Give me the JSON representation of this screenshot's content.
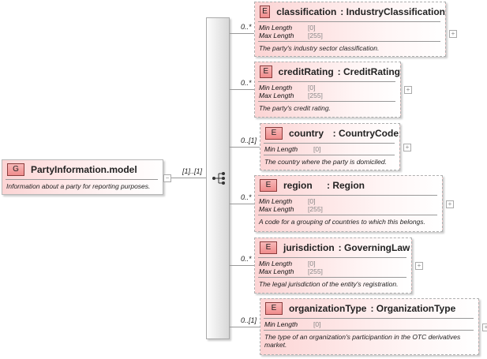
{
  "group": {
    "badge": "G",
    "name": "PartyInformation.model",
    "doc": "Information about a party for reporting purposes.",
    "collapse_symbol": "−"
  },
  "group_cardinality": "[1]..[1]",
  "sequence_icon": "sequence-compositor-icon",
  "elements": [
    {
      "badge": "E",
      "name": "classification",
      "type": ": IndustryClassification",
      "cardinality": "0..*",
      "facets": [
        {
          "key": "Min Length",
          "value": "[0]"
        },
        {
          "key": "Max Length",
          "value": "[255]"
        }
      ],
      "doc": "The party's industry sector classification.",
      "expand_symbol": "+"
    },
    {
      "badge": "E",
      "name": "creditRating",
      "type": ": CreditRating",
      "cardinality": "0..*",
      "facets": [
        {
          "key": "Min Length",
          "value": "[0]"
        },
        {
          "key": "Max Length",
          "value": "[255]"
        }
      ],
      "doc": "The party's credit rating.",
      "expand_symbol": "+"
    },
    {
      "badge": "E",
      "name": "country",
      "type": "  : CountryCode",
      "cardinality": "0..[1]",
      "facets": [
        {
          "key": "Min Length",
          "value": "[0]"
        }
      ],
      "doc": "The country where the party is domiciled.",
      "expand_symbol": "+"
    },
    {
      "badge": "E",
      "name": "region",
      "type": "    : Region",
      "cardinality": "0..*",
      "facets": [
        {
          "key": "Min Length",
          "value": "[0]"
        },
        {
          "key": "Max Length",
          "value": "[255]"
        }
      ],
      "doc": "A code for a grouping of countries to which this belongs.",
      "expand_symbol": "+"
    },
    {
      "badge": "E",
      "name": "jurisdiction",
      "type": ": GoverningLaw",
      "cardinality": "0..*",
      "facets": [
        {
          "key": "Min Length",
          "value": "[0]"
        },
        {
          "key": "Max Length",
          "value": "[255]"
        }
      ],
      "doc": "The legal jurisdiction of the entity's registration.",
      "expand_symbol": "+"
    },
    {
      "badge": "E",
      "name": "organizationType",
      "type": ": OrganizationType",
      "cardinality": "0..[1]",
      "facets": [
        {
          "key": "Min Length",
          "value": "[0]"
        }
      ],
      "doc": "The type of an organization's participantion in the OTC derivatives market.",
      "expand_symbol": "+"
    }
  ]
}
